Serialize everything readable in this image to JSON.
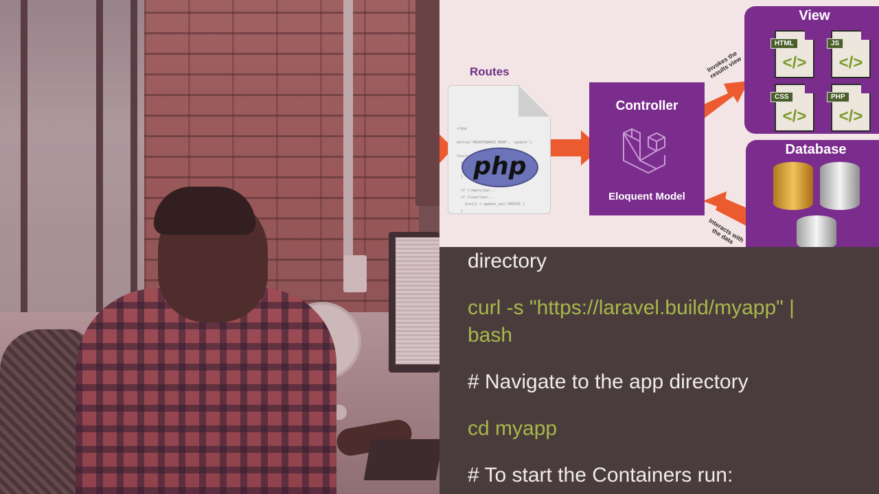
{
  "diagram": {
    "routes_title": "Routes",
    "php_logo_text": "php",
    "controller_title": "Controller",
    "eloquent_title": "Eloquent Model",
    "view_title": "View",
    "database_title": "Database",
    "invokes_label": "Invokes the results view",
    "interacts_label": "Interacts with the data",
    "files": [
      {
        "tag": "HTML",
        "glyph": "</>"
      },
      {
        "tag": "JS",
        "glyph": "</>"
      },
      {
        "tag": "CSS",
        "glyph": "</>"
      },
      {
        "tag": "PHP",
        "glyph": "</>"
      }
    ],
    "code_snippet": "<?php\n\ndefine('MAINTENANCE_MODE', 'update');\n\nfunction db_add_column($str, $tab)\n  if (error\n    $upd\n  }\n\n  if (!empty($un...\n  if (isset($un...\n    $ret[] = update_sql(\"UPDATE {\n  }\n  $ret[] = update_sql(\"ALTER TABLE {",
    "colors": {
      "accent_purple": "#7b2d8e",
      "arrow_orange": "#ec5a2f",
      "command_green": "#a8b84a"
    }
  },
  "terminal": {
    "lines": [
      {
        "kind": "comment",
        "text": "directory"
      },
      {
        "kind": "command",
        "text": "curl -s \"https://laravel.build/myapp\" |"
      },
      {
        "kind": "command",
        "text": "bash"
      },
      {
        "kind": "comment",
        "text": "# Navigate to the app directory"
      },
      {
        "kind": "command",
        "text": "cd myapp"
      },
      {
        "kind": "comment",
        "text": "# To start the Containers run:"
      }
    ]
  }
}
